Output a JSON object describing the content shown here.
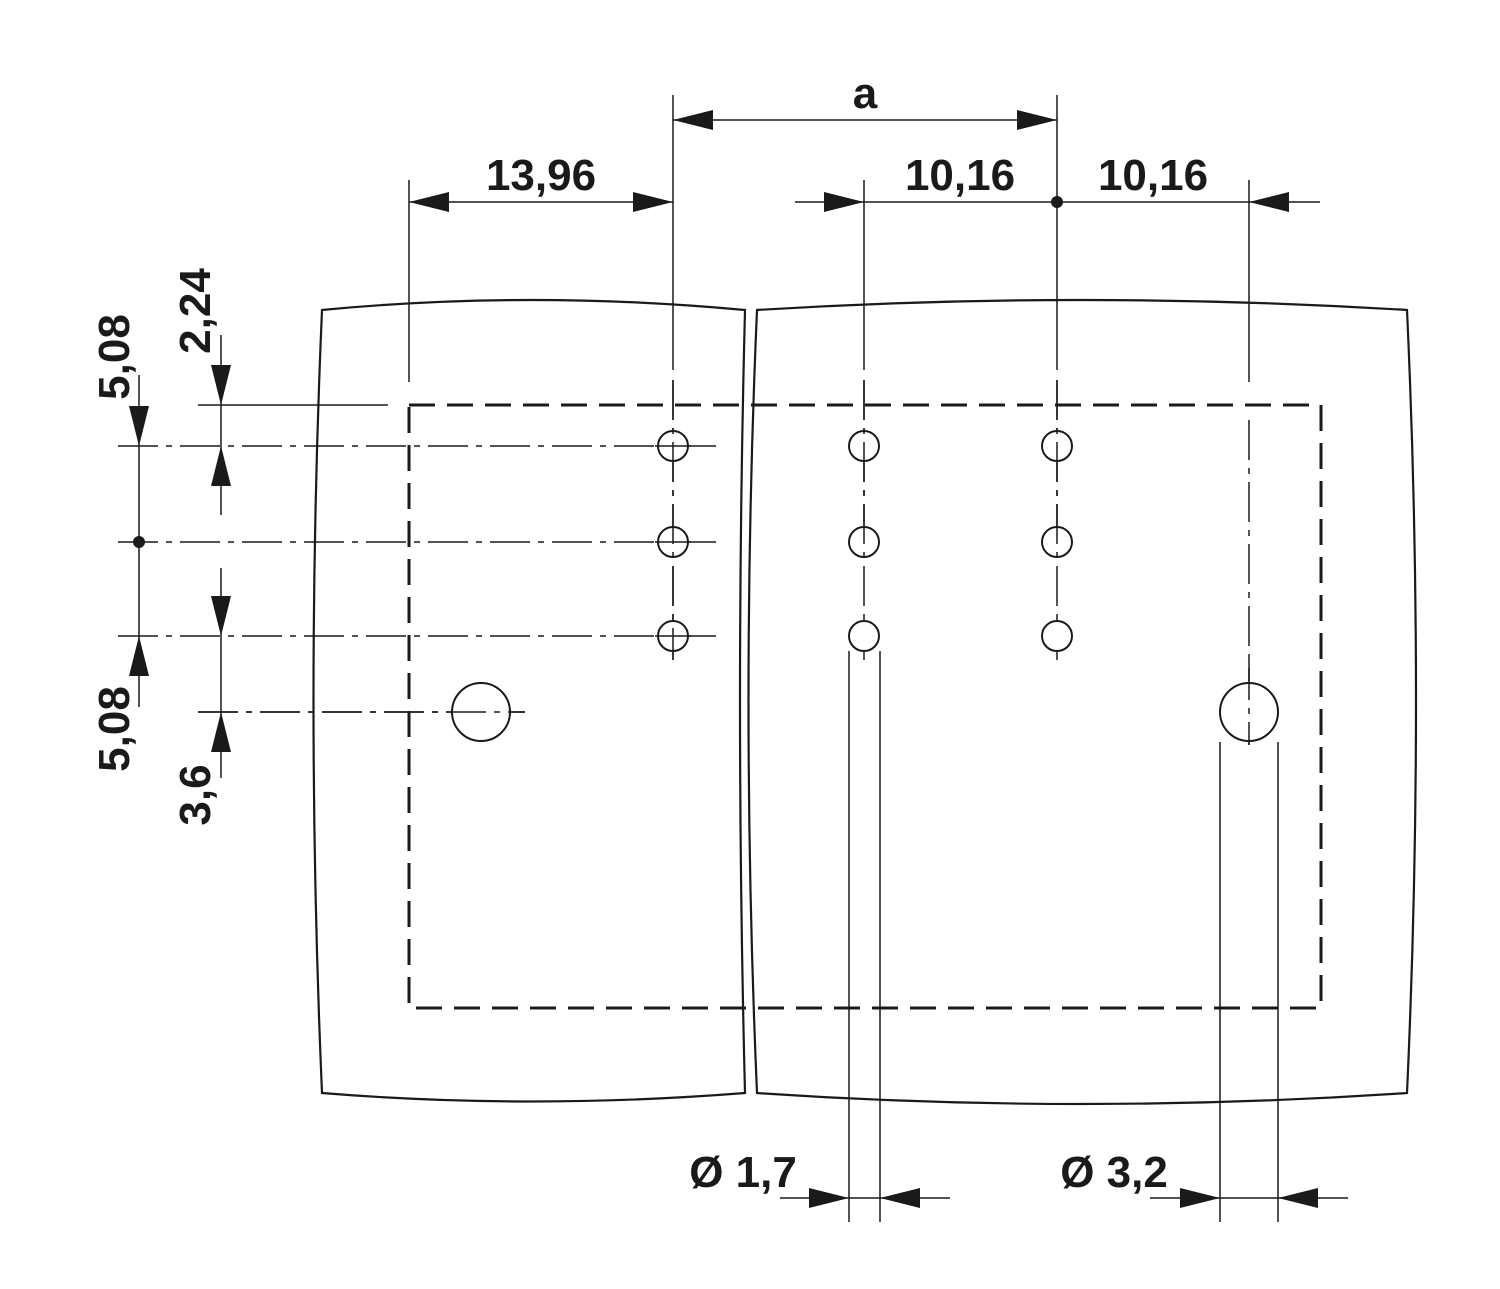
{
  "dimensions": {
    "pitch_a": "a",
    "offset_left": "13,96",
    "pitch_1": "10,16",
    "pitch_2": "10,16",
    "row_pitch_top": "5,08",
    "row_pitch_bottom": "5,08",
    "top_offset": "2,24",
    "peg_offset": "3,6",
    "pin_hole_diameter": "Ø 1,7",
    "peg_hole_diameter": "Ø 3,2"
  }
}
